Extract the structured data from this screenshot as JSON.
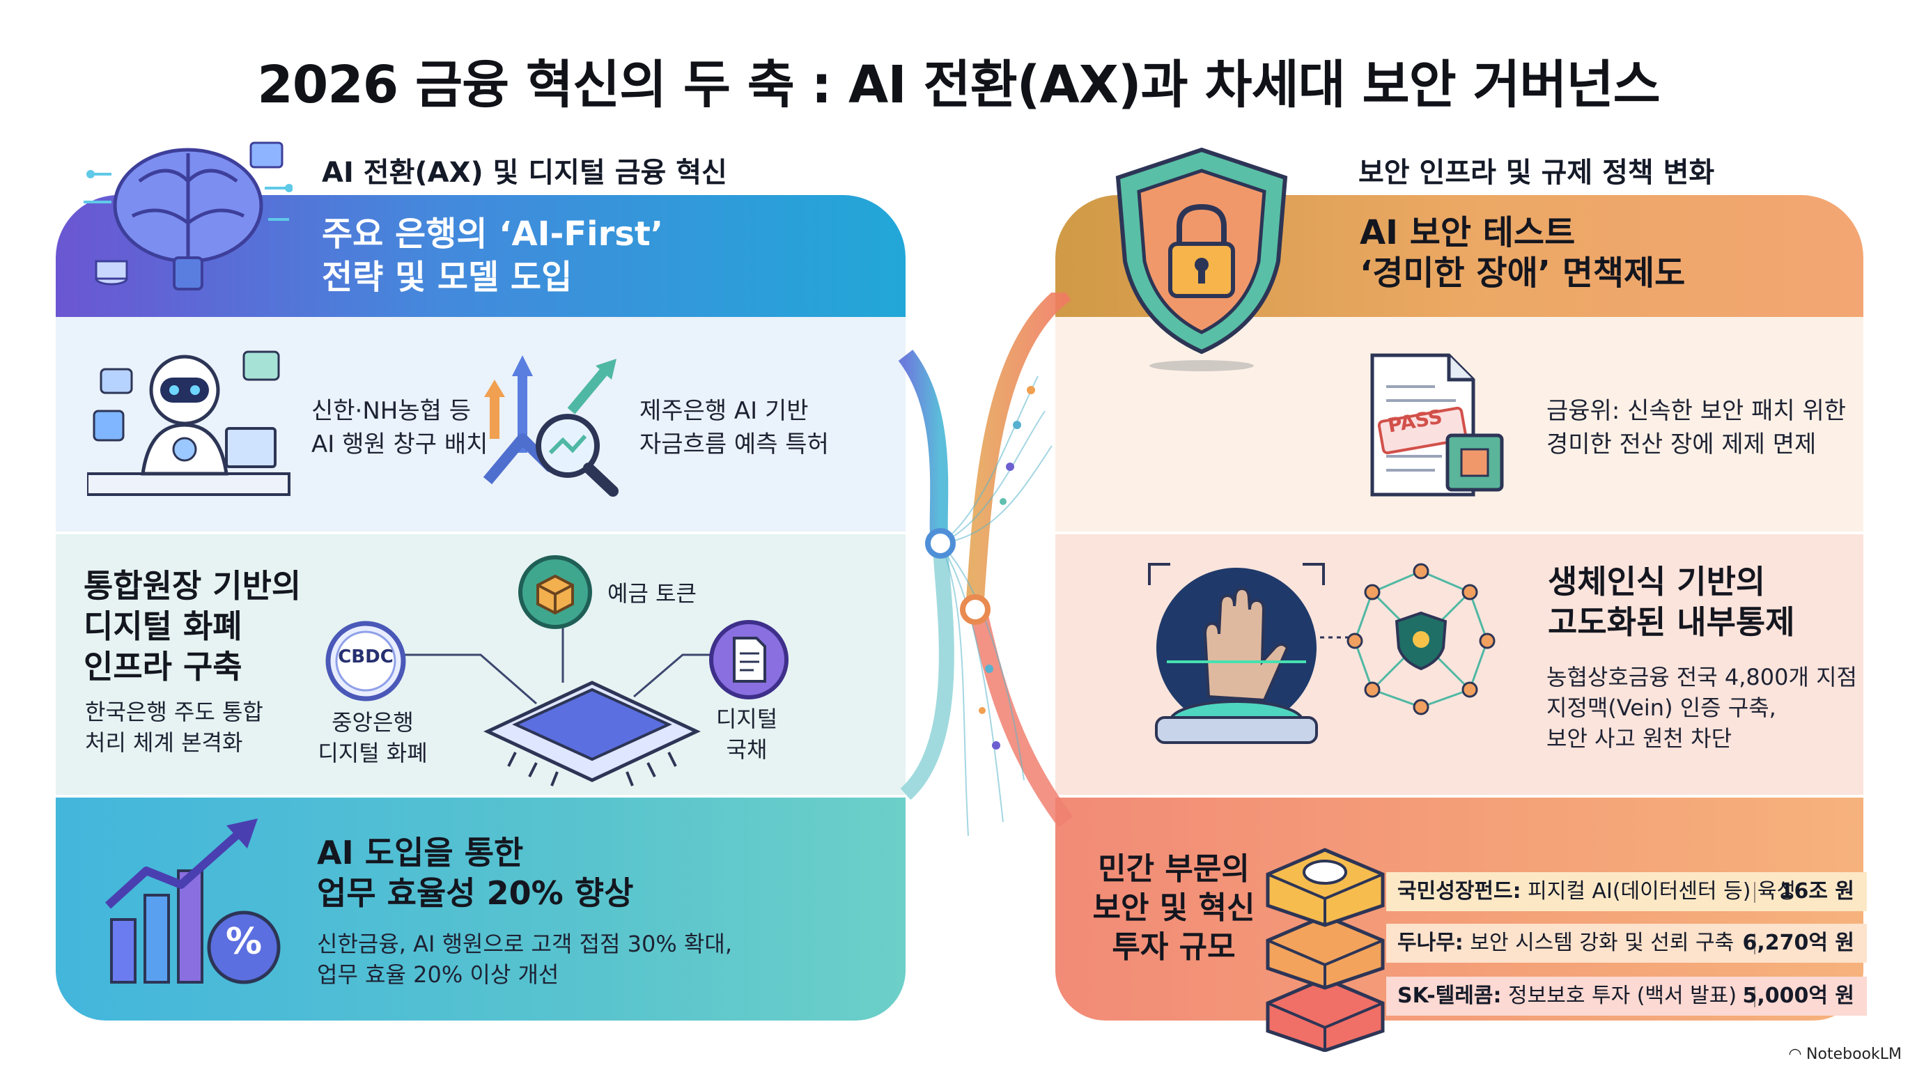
{
  "title": "2026 금융 혁신의 두 축 : AI 전환(AX)과 차세대 보안 거버넌스",
  "left": {
    "heading": "AI 전환(AX) 및 디지털 금융 혁신",
    "section1": {
      "title_line1": "주요 은행의 ‘AI-First’",
      "title_line2": "전략 및 모델 도입"
    },
    "section2": {
      "item1_line1": "신한·NH농협 등",
      "item1_line2": "AI 행원 창구 배치",
      "item2_line1": "제주은행 AI 기반",
      "item2_line2": "자금흐름 예측 특허"
    },
    "section3": {
      "title_line1": "통합원장 기반의",
      "title_line2": "디지털 화폐",
      "title_line3": "인프라 구축",
      "desc_line1": "한국은행 주도 통합",
      "desc_line2": "처리 체계 본격화",
      "cbdc_icon_label": "CBDC",
      "cbdc_label_line1": "중앙은행",
      "cbdc_label_line2": "디지털 화폐",
      "token_label": "예금 토큰",
      "bond_label_line1": "디지털",
      "bond_label_line2": "국채"
    },
    "section4": {
      "title_line1": "AI 도입을 통한",
      "title_line2": "업무 효율성 20% 향상",
      "desc_line1": "신한금융, AI 행원으로 고객 접점 30% 확대,",
      "desc_line2": "업무 효율 20% 이상 개선",
      "percent_symbol": "%"
    }
  },
  "right": {
    "heading": "보안 인프라 및 규제 정책 변화",
    "section1": {
      "title_line1": "AI 보안 테스트",
      "title_line2": "‘경미한 장애’ 면책제도"
    },
    "section2": {
      "desc_line1": "금융위: 신속한 보안 패치 위한",
      "desc_line2": "경미한 전산 장에 제제 면제",
      "stamp": "PASS"
    },
    "section3": {
      "title_line1": "생체인식 기반의",
      "title_line2": "고도화된 내부통제",
      "desc_line1": "농협상호금융 전국 4,800개 지점",
      "desc_line2": "지정맥(Vein) 인증 구축,",
      "desc_line3": "보안 사고 원천 차단"
    },
    "section4": {
      "title_line1": "민간 부문의",
      "title_line2": "보안 및 혁신",
      "title_line3": "투자 규모",
      "investments": [
        {
          "org": "국민성장펀드:",
          "desc": " 피지컬 AI(데이터센터 등) 육성",
          "amount": "16조 원"
        },
        {
          "org": "두나무:",
          "desc": " 보안 시스템 강화 및 선뢰 구축",
          "amount": "6,270억 원"
        },
        {
          "org": "SK-텔레콤:",
          "desc": " 정보보호 투자 (백서 발표)",
          "amount": "5,000억 원"
        }
      ]
    }
  },
  "brand": "NotebookLM",
  "colors": {
    "left_head": "#4f7fde",
    "right_head": "#eba864",
    "left_bottom": "#58c3cf",
    "right_bottom": "#f28b77"
  }
}
